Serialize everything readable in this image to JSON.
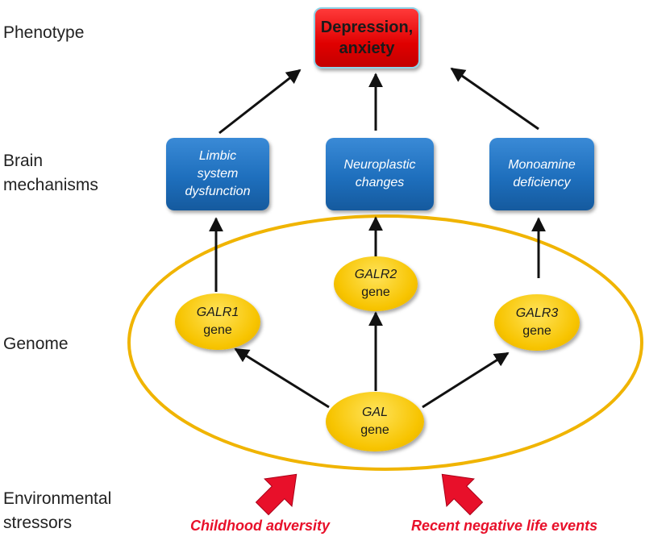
{
  "levels": {
    "phenotype": "Phenotype",
    "brain": "Brain\nmechanisms",
    "genome": "Genome",
    "environment": "Environmental\nstressors"
  },
  "phenotype_box": "Depression,\nanxiety",
  "mechanisms": {
    "limbic": "Limbic\nsystem\ndysfunction",
    "neuroplastic": "Neuroplastic\nchanges",
    "monoamine": "Monoamine\ndeficiency"
  },
  "genes": {
    "galr1": {
      "name": "GALR1",
      "suffix": "gene"
    },
    "galr2": {
      "name": "GALR2",
      "suffix": "gene"
    },
    "galr3": {
      "name": "GALR3",
      "suffix": "gene"
    },
    "gal": {
      "name": "GAL",
      "suffix": "gene"
    }
  },
  "stressors": {
    "childhood": "Childhood adversity",
    "recent": "Recent negative life events"
  },
  "colors": {
    "phenotype_fill": "#e00000",
    "mechanism_fill": "#1e6fbd",
    "gene_fill": "#f7c400",
    "genome_ellipse": "#f0b400",
    "stressor_arrow": "#e8102a",
    "stressor_text": "#e8102a",
    "arrow": "#111111"
  }
}
